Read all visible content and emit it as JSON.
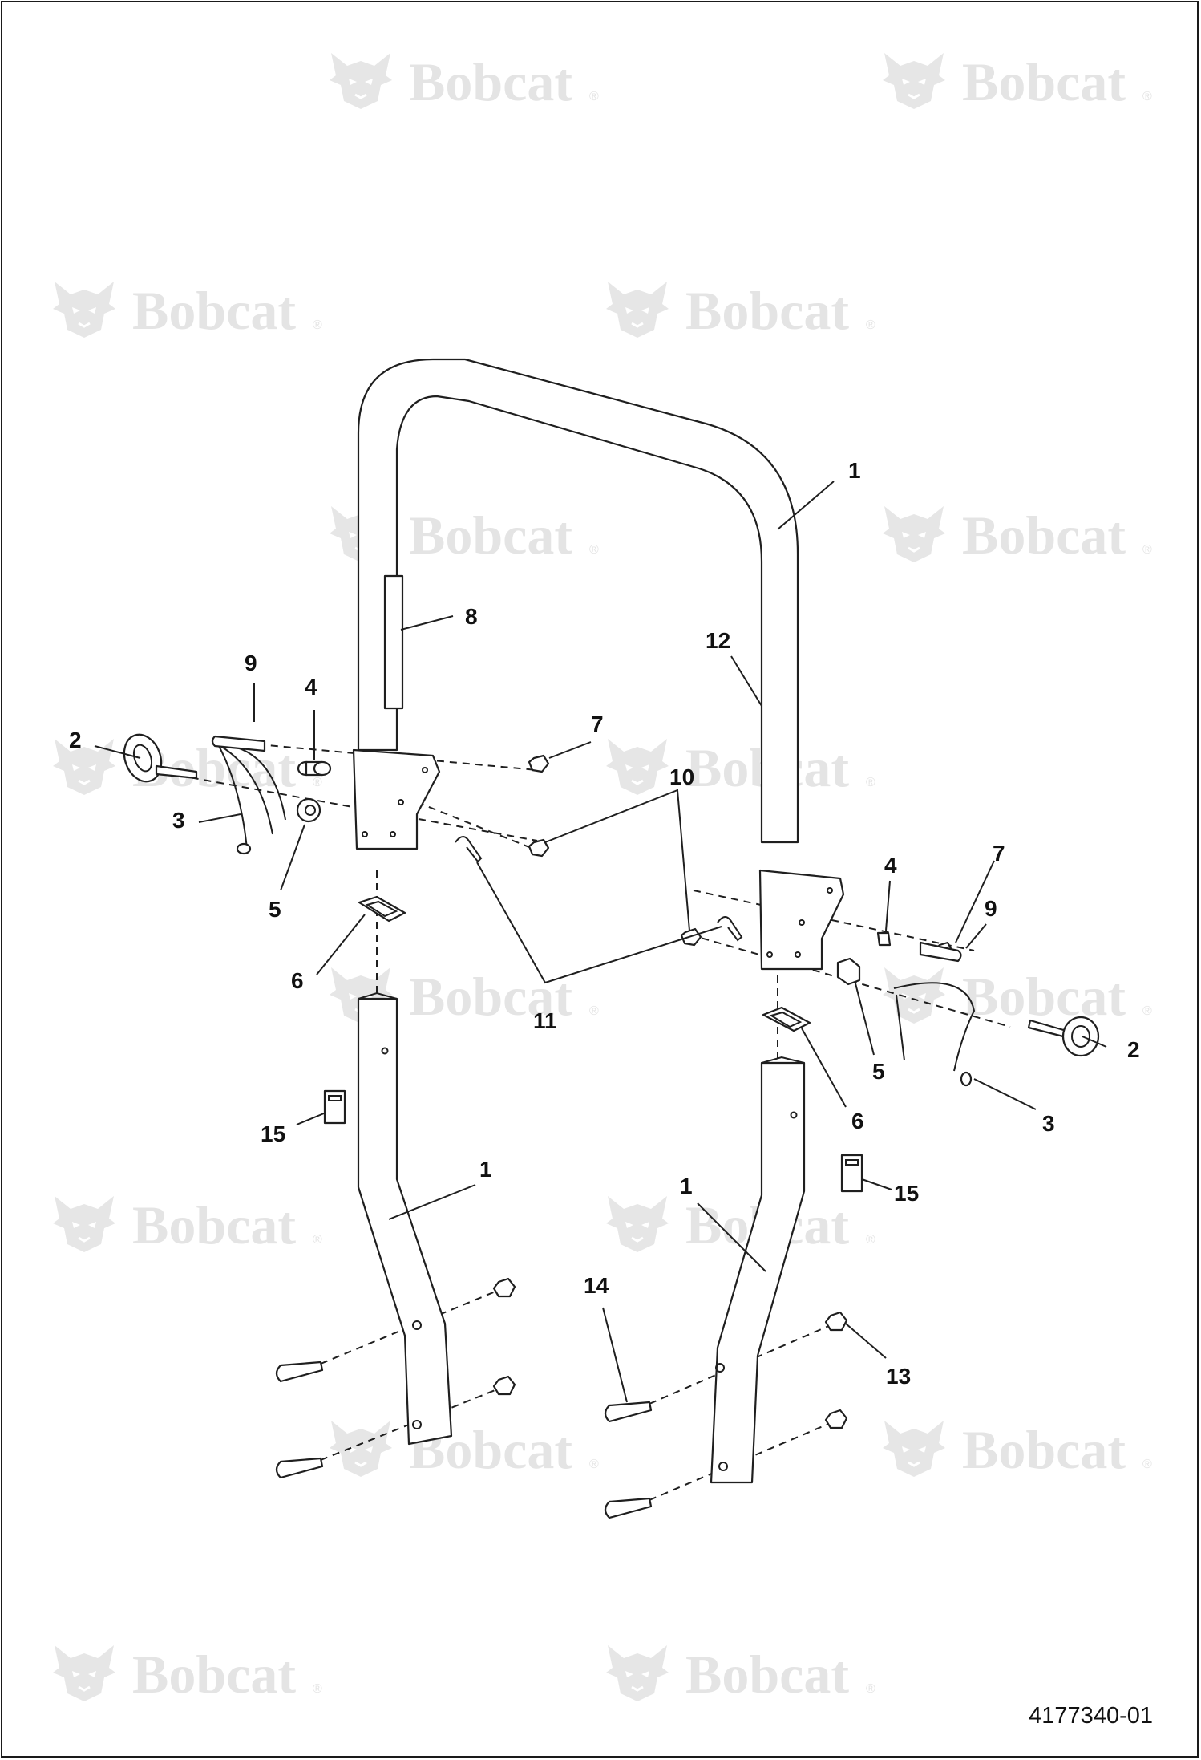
{
  "watermark": {
    "brand": "Bobcat",
    "reg_mark": "®",
    "icon": "bobcat-head-icon"
  },
  "drawing_number": "4177340-01",
  "callouts": {
    "c1_top": "1",
    "c1_left": "1",
    "c1_right": "1",
    "c2_left": "2",
    "c2_right": "2",
    "c3_left": "3",
    "c3_right": "3",
    "c4_left": "4",
    "c4_right": "4",
    "c5_left": "5",
    "c5_right": "5",
    "c6_left": "6",
    "c6_right": "6",
    "c7_left": "7",
    "c7_right": "7",
    "c8": "8",
    "c9_left": "9",
    "c9_right": "9",
    "c10": "10",
    "c11": "11",
    "c12": "12",
    "c13": "13",
    "c14": "14",
    "c15_left": "15",
    "c15_right": "15"
  }
}
